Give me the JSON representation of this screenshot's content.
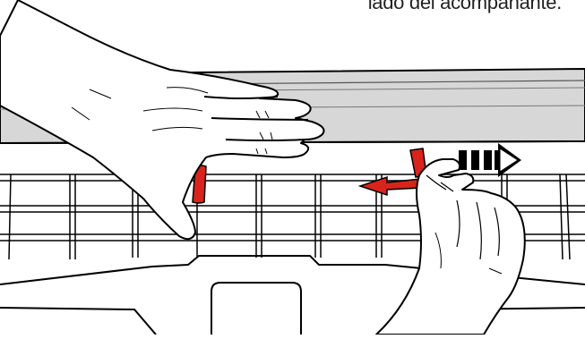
{
  "caption": {
    "text": "lado del acompañante."
  },
  "illustration": {
    "content": [
      "hand-holding-panel",
      "hand-pulling-panel",
      "retaining-clip-left",
      "retaining-clip-right",
      "front-grille",
      "red-pull-arrow",
      "black-dashed-direction-arrow"
    ],
    "colors": {
      "panel_fill": "#d7d7d7",
      "outline": "#000000",
      "clip_red": "#d9231d",
      "background": "#ffffff"
    }
  }
}
